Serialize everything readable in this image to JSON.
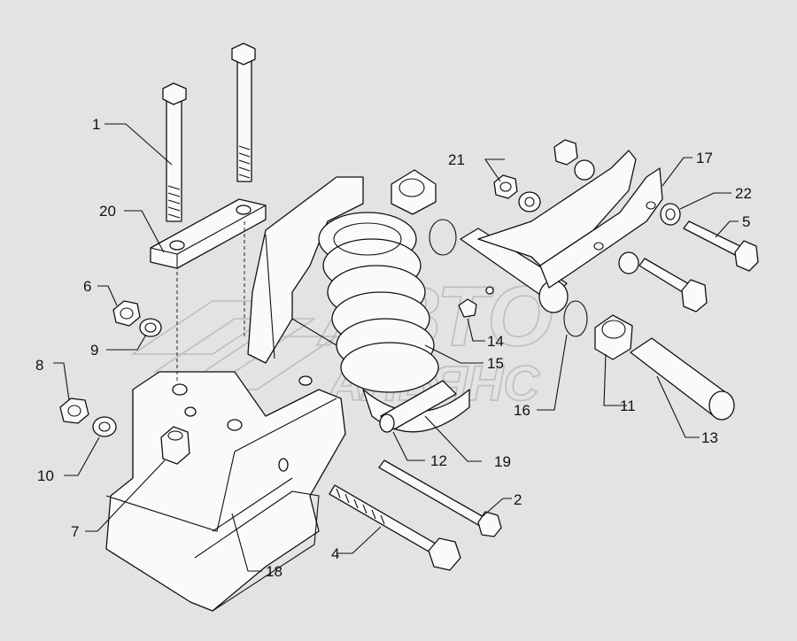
{
  "diagram": {
    "watermark": {
      "line1": "АВТО",
      "line2": "АЛЬЯНС"
    },
    "callouts": [
      {
        "id": "c1",
        "text": "1"
      },
      {
        "id": "c2",
        "text": "2"
      },
      {
        "id": "c4",
        "text": "4"
      },
      {
        "id": "c5",
        "text": "5"
      },
      {
        "id": "c6",
        "text": "6"
      },
      {
        "id": "c7",
        "text": "7"
      },
      {
        "id": "c8",
        "text": "8"
      },
      {
        "id": "c9",
        "text": "9"
      },
      {
        "id": "c10",
        "text": "10"
      },
      {
        "id": "c11",
        "text": "11"
      },
      {
        "id": "c12",
        "text": "12"
      },
      {
        "id": "c13",
        "text": "13"
      },
      {
        "id": "c14",
        "text": "14"
      },
      {
        "id": "c15",
        "text": "15"
      },
      {
        "id": "c16",
        "text": "16"
      },
      {
        "id": "c17",
        "text": "17"
      },
      {
        "id": "c18",
        "text": "18"
      },
      {
        "id": "c19",
        "text": "19"
      },
      {
        "id": "c20",
        "text": "20"
      },
      {
        "id": "c21",
        "text": "21"
      },
      {
        "id": "c22",
        "text": "22"
      }
    ]
  }
}
